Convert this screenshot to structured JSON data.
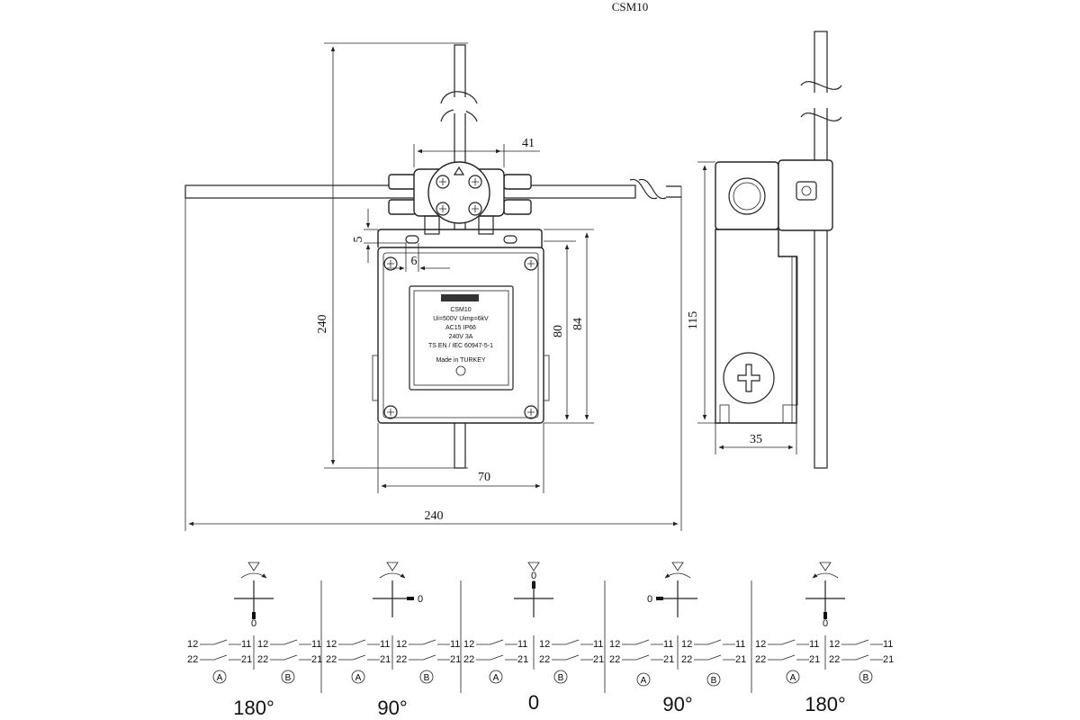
{
  "title": "CSM10",
  "dimensions": {
    "overall_height": "240",
    "overall_width": "240",
    "roller_width": "41",
    "body_width": "70",
    "body_height_80": "80",
    "body_height_84": "84",
    "side_height": "115",
    "side_depth": "35",
    "mount_offset_5": "5",
    "mount_offset_6": "6"
  },
  "nameplate": {
    "line1": "CSM10",
    "line2": "Ui=500V Uimp=6kV",
    "line3": "AC15 IP66",
    "line4": "240V 3A",
    "line5": "TS EN / IEC 60947-5-1",
    "line6": "Made in TURKEY"
  },
  "schematics": [
    {
      "angle": "180°",
      "lever_pos": "0",
      "contacts": [
        "A",
        "B"
      ],
      "terminals": [
        "12",
        "11",
        "22",
        "21"
      ]
    },
    {
      "angle": "90°",
      "lever_pos": "0",
      "contacts": [
        "A",
        "B"
      ],
      "terminals": [
        "12",
        "11",
        "22",
        "21"
      ]
    },
    {
      "angle": "0",
      "lever_pos": "0",
      "contacts": [
        "A",
        "B"
      ],
      "terminals": [
        "12",
        "11",
        "22",
        "21"
      ]
    },
    {
      "angle": "90°",
      "lever_pos": "0",
      "contacts": [
        "A",
        "B"
      ],
      "terminals": [
        "12",
        "11",
        "22",
        "21"
      ]
    },
    {
      "angle": "180°",
      "lever_pos": "0",
      "contacts": [
        "A",
        "B"
      ],
      "terminals": [
        "12",
        "11",
        "22",
        "21"
      ]
    }
  ]
}
